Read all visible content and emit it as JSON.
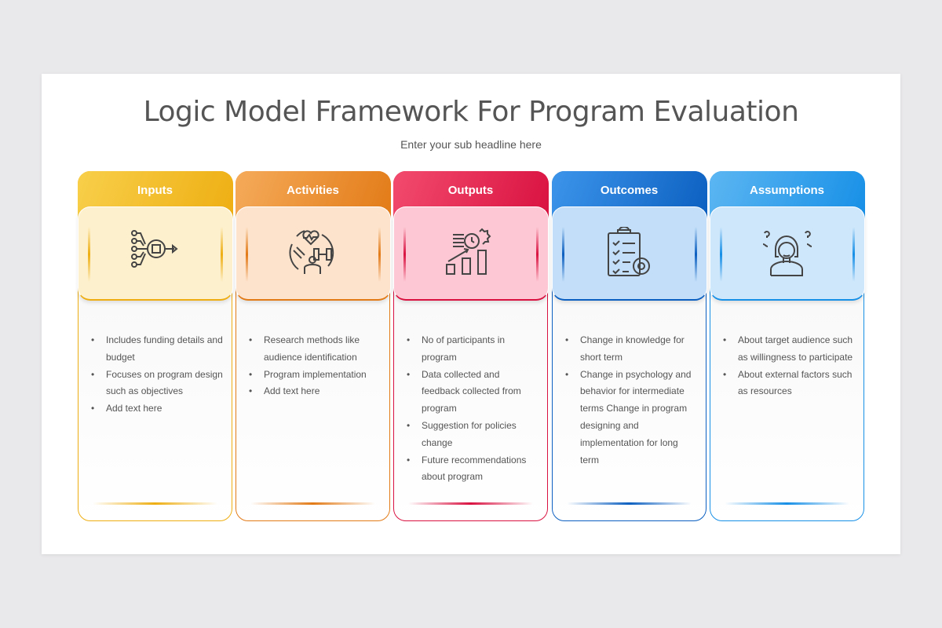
{
  "title": "Logic Model Framework For Program Evaluation",
  "subtitle": "Enter your sub headline here",
  "cards": [
    {
      "label": "Inputs",
      "icon": "neural-chip-icon",
      "colors": {
        "from": "#f8cf4a",
        "to": "#eeae12",
        "bg": "#fdf0cc"
      },
      "bullets": [
        "Includes funding details and budget",
        "Focuses on program design such as objectives",
        "Add text here"
      ]
    },
    {
      "label": "Activities",
      "icon": "wellness-activities-icon",
      "colors": {
        "from": "#f5ab5a",
        "to": "#e27a16",
        "bg": "#fde3cc"
      },
      "bullets": [
        "Research methods like audience identification",
        "Program implementation",
        "Add text here"
      ]
    },
    {
      "label": "Outputs",
      "icon": "performance-chart-icon",
      "colors": {
        "from": "#f24b6d",
        "to": "#d91140",
        "bg": "#fdc8d4"
      },
      "bullets": [
        "No of participants in program",
        "Data collected and feedback collected from program",
        "Suggestion for policies change",
        "Future recommendations about program"
      ]
    },
    {
      "label": "Outcomes",
      "icon": "clipboard-gear-icon",
      "colors": {
        "from": "#3d95ea",
        "to": "#0b5fc0",
        "bg": "#c2def8"
      },
      "bullets": [
        "Change in knowledge for short term",
        "Change in psychology and behavior for intermediate terms Change in program designing and implementation for long term"
      ]
    },
    {
      "label": "Assumptions",
      "icon": "confused-person-icon",
      "colors": {
        "from": "#5cb6f2",
        "to": "#168fe6",
        "bg": "#cfe7fb"
      },
      "bullets": [
        "About target audience such as willingness to participate",
        "About external factors such as resources"
      ]
    }
  ]
}
